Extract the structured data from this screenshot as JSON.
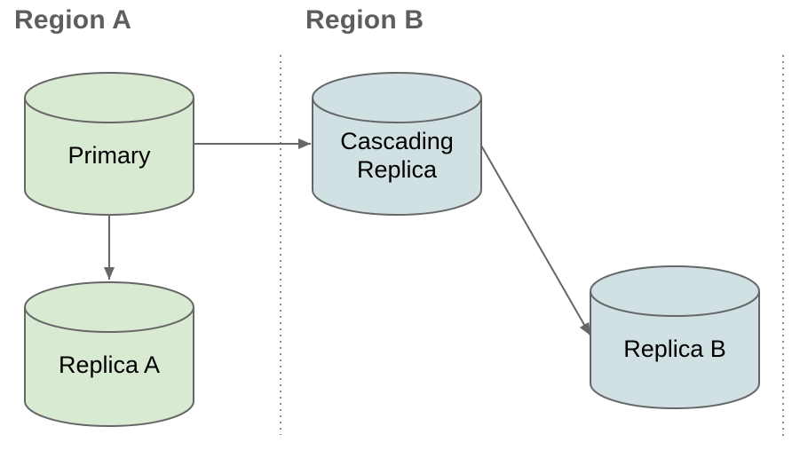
{
  "regions": {
    "a": {
      "label": "Region A"
    },
    "b": {
      "label": "Region B"
    }
  },
  "nodes": {
    "primary": {
      "label": "Primary",
      "fill": "#d9ead3"
    },
    "replica_a": {
      "label": "Replica A",
      "fill": "#d9ead3"
    },
    "cascading_replica": {
      "label": "Cascading Replica",
      "fill": "#d0e0e3"
    },
    "replica_b": {
      "label": "Replica B",
      "fill": "#d0e0e3"
    }
  },
  "edges": [
    {
      "from": "Primary",
      "to": "Cascading Replica"
    },
    {
      "from": "Primary",
      "to": "Replica A"
    },
    {
      "from": "Cascading Replica",
      "to": "Replica B"
    }
  ],
  "colors": {
    "green_fill": "#d9ead3",
    "blue_fill": "#d0e0e3",
    "shape_stroke": "#666666",
    "arrow": "#666666",
    "divider": "#8a8a8a",
    "region_label_text": "#5e5e5e",
    "node_label_text": "#000000",
    "background": "#ffffff"
  }
}
